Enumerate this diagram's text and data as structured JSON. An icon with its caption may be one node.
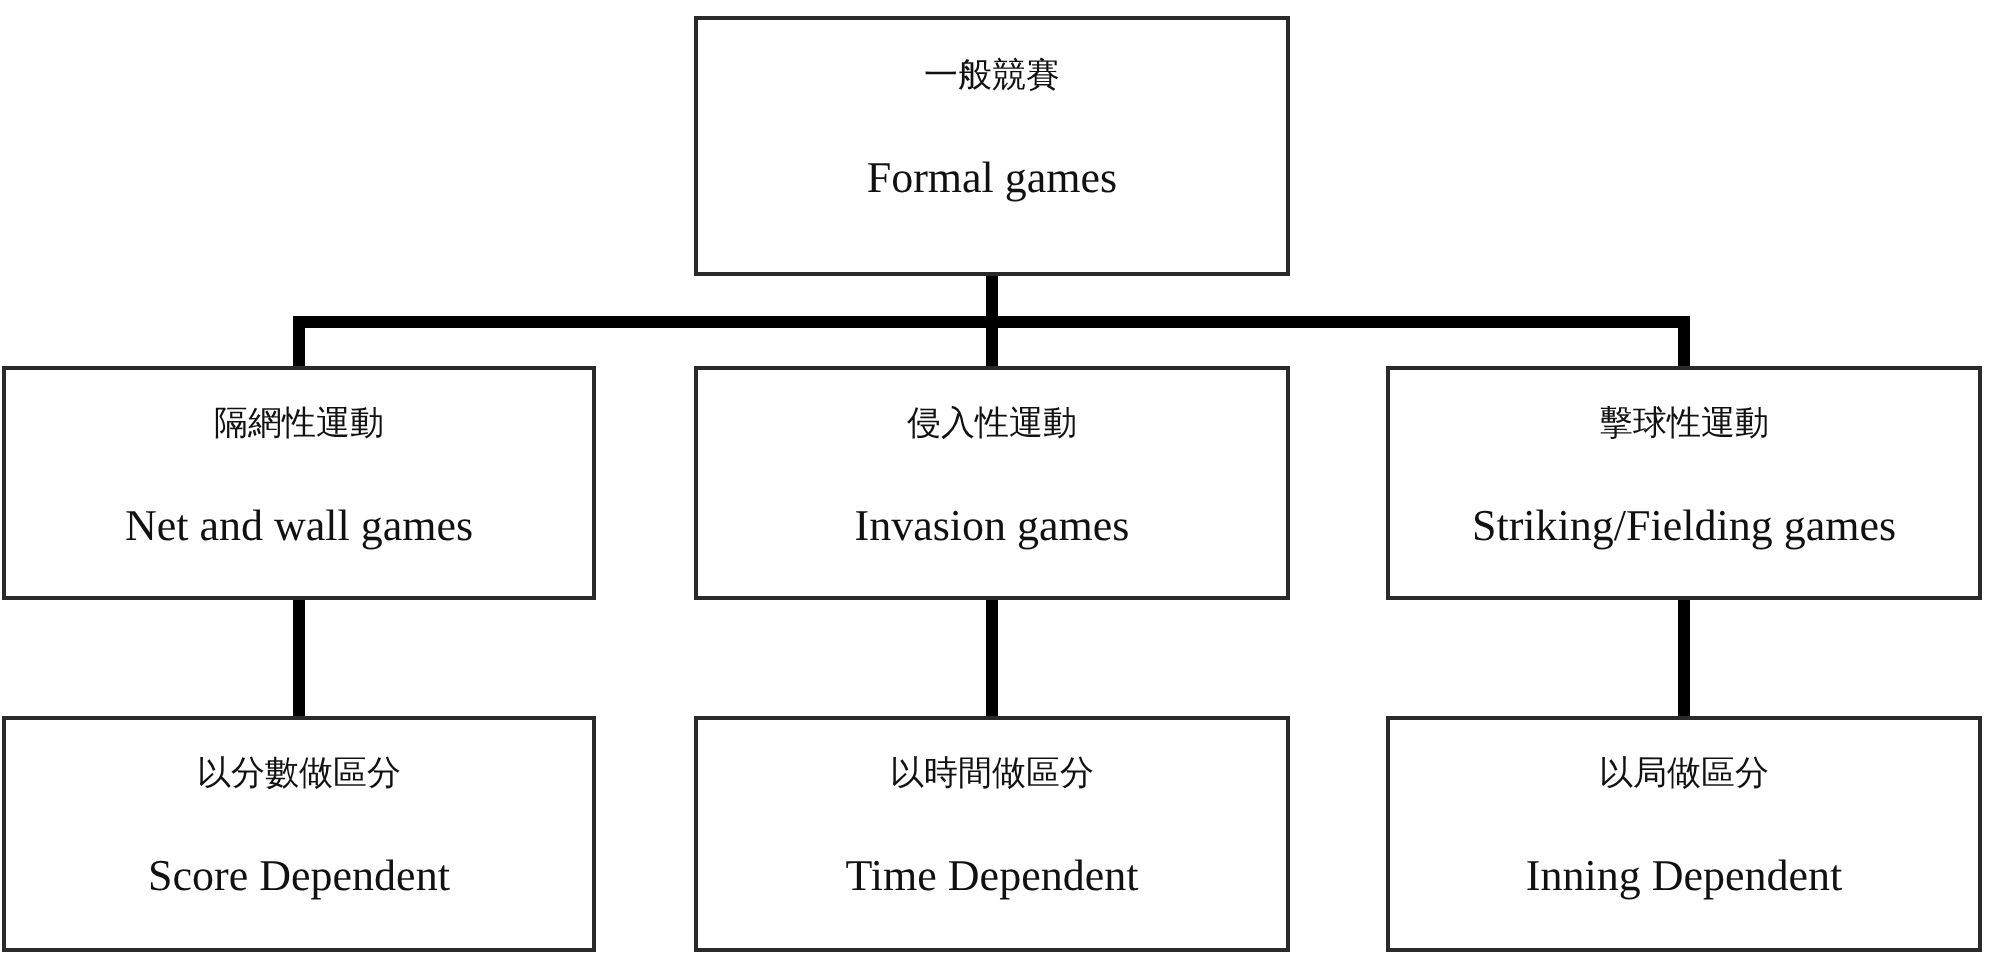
{
  "diagram": {
    "nodes": [
      {
        "text": [
          "一般競賽",
          "Formal games"
        ]
      },
      {
        "text": [
          "隔網性運動",
          "Net and wall games"
        ]
      },
      {
        "text": [
          "侵入性運動",
          "Invasion games"
        ]
      },
      {
        "text": [
          "擊球性運動",
          "Striking/Fielding games"
        ]
      },
      {
        "text": [
          "以分數做區分",
          "Score Dependent"
        ]
      },
      {
        "text": [
          "以時間做區分",
          "Time Dependent"
        ]
      },
      {
        "text": [
          "以局做區分",
          "Inning Dependent"
        ]
      }
    ],
    "edges": [
      {
        "from": 0,
        "to": 1,
        "arrow": "none"
      },
      {
        "from": 0,
        "to": 2,
        "arrow": "none"
      },
      {
        "from": 0,
        "to": 3,
        "arrow": "none"
      },
      {
        "from": 1,
        "to": 4,
        "arrow": "none"
      },
      {
        "from": 2,
        "to": 5,
        "arrow": "none"
      },
      {
        "from": 3,
        "to": 6,
        "arrow": "none"
      }
    ]
  }
}
